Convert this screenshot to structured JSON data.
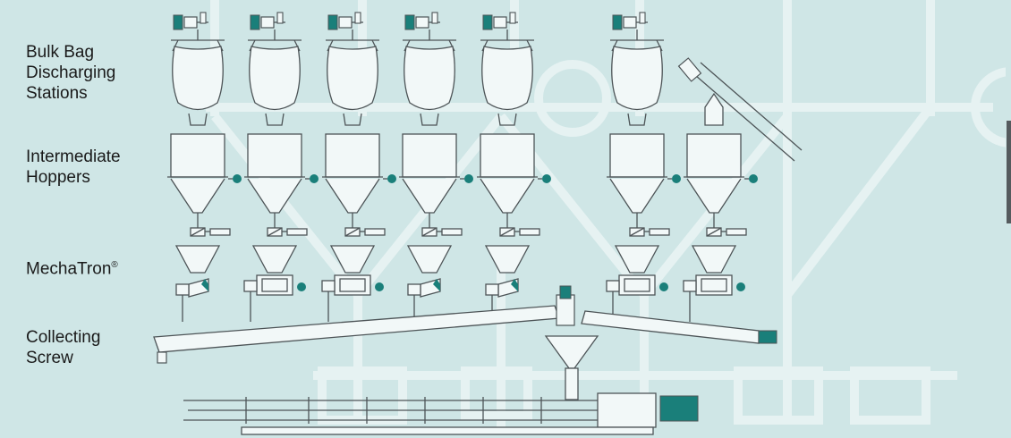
{
  "labels": {
    "bulk_bag": [
      "Bulk Bag",
      "Discharging",
      "Stations"
    ],
    "hoppers": [
      "Intermediate",
      "Hoppers"
    ],
    "mechatron": "MechaTron",
    "mechatron_mark": "®",
    "screw": [
      "Collecting",
      "Screw"
    ]
  },
  "colors": {
    "background": "#cfe6e6",
    "line": "#4d5457",
    "accent": "#1a7f7a",
    "ghost": "#e6f2f2",
    "fill": "#f2f8f8"
  }
}
